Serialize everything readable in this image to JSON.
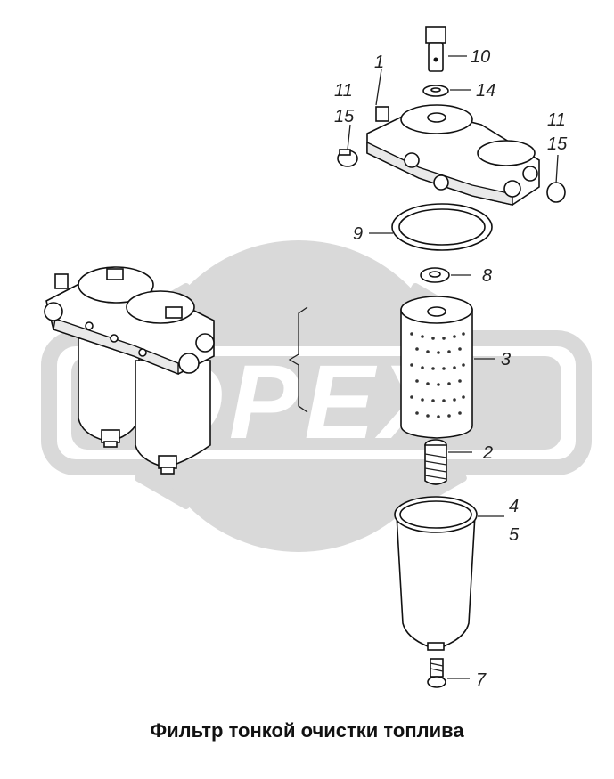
{
  "caption": "Фильтр тонкой очистки топлива",
  "watermark": "OPEX",
  "callouts": {
    "p1": "1",
    "p2": "2",
    "p3": "3",
    "p4": "4",
    "p5": "5",
    "p7": "7",
    "p8": "8",
    "p9": "9",
    "p10": "10",
    "p11a": "11",
    "p11b": "11",
    "p14": "14",
    "p15a": "15",
    "p15b": "15"
  },
  "colors": {
    "line": "#111111",
    "watermark": "#d6d6d6",
    "background": "#ffffff"
  }
}
